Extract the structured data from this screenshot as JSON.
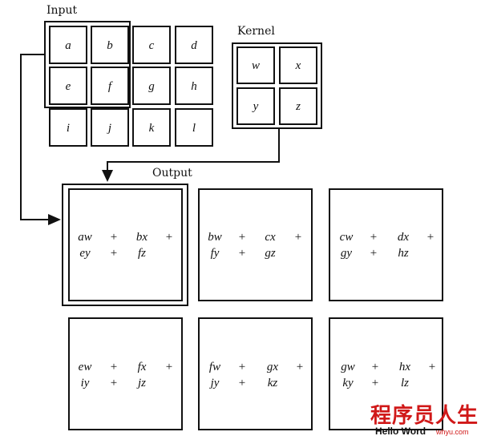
{
  "labels": {
    "input": "Input",
    "kernel": "Kernel",
    "output": "Output"
  },
  "input_grid": [
    [
      "a",
      "b",
      "c",
      "d"
    ],
    [
      "e",
      "f",
      "g",
      "h"
    ],
    [
      "i",
      "j",
      "k",
      "l"
    ]
  ],
  "kernel_grid": [
    [
      "w",
      "x"
    ],
    [
      "y",
      "z"
    ]
  ],
  "output_cells": [
    [
      "aw",
      "+",
      "bx",
      "+",
      "ey",
      "+",
      "fz"
    ],
    [
      "bw",
      "+",
      "cx",
      "+",
      "fy",
      "+",
      "gz"
    ],
    [
      "cw",
      "+",
      "dx",
      "+",
      "gy",
      "+",
      "hz"
    ],
    [
      "ew",
      "+",
      "fx",
      "+",
      "iy",
      "+",
      "jz"
    ],
    [
      "fw",
      "+",
      "gx",
      "+",
      "jy",
      "+",
      "kz"
    ],
    [
      "gw",
      "+",
      "hx",
      "+",
      "ky",
      "+",
      "lz"
    ]
  ],
  "watermark": {
    "cn": "程序员人生",
    "en": "Hello Word",
    "site": "whyu.com"
  }
}
